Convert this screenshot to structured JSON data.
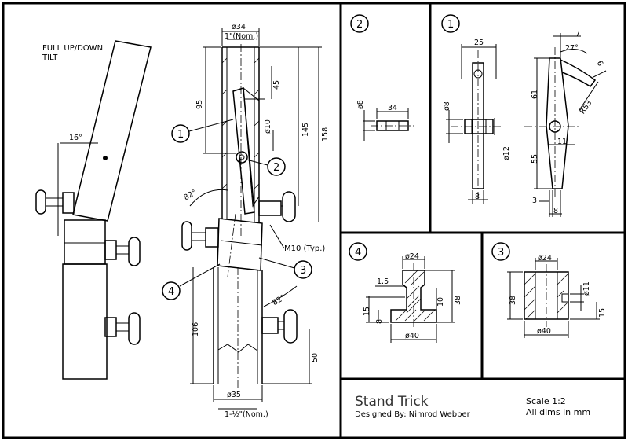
{
  "notes": {
    "tilt_line1": "FULL UP/DOWN",
    "tilt_line2": "TILT",
    "m10": "M10 (Typ.)"
  },
  "title_block": {
    "title": "Stand Trick",
    "designer": "Designed By: Nimrod Webber",
    "scale": "Scale 1:2",
    "units": "All dims in mm"
  },
  "balloons": {
    "b1": "1",
    "b2": "2",
    "b3": "3",
    "b4": "4"
  },
  "dims": {
    "angle16": "16°",
    "od34": "ø34",
    "nom1": "1\"(Nom.)",
    "d45": "45",
    "d95": "95",
    "d145": "145",
    "d158": "158",
    "d10": "ø10",
    "ang82a": "82°",
    "ang82b": "82°",
    "d106": "106",
    "d50": "50",
    "od35": "ø35",
    "nom112": "1-½\"(Nom.)",
    "p2_d8": "ø8",
    "p2_34": "34",
    "p1_25": "25",
    "p1_d8": "ø8",
    "p1_61": "61",
    "p1_55": "55",
    "p1_d12": "ø12",
    "p1_8": "8",
    "p1_7": "7",
    "p1_27": "27°",
    "p1_6": "6",
    "p1_r53": "R53",
    "p1_11": "11",
    "p1_3": "3",
    "p1_8b": "8",
    "p4_d24": "ø24",
    "p4_15a": "1.5",
    "p4_15": "15",
    "p4_8": "8",
    "p4_10": "10",
    "p4_38": "38",
    "p4_d40": "ø40",
    "p3_d24": "ø24",
    "p3_38": "38",
    "p3_d11": "ø11",
    "p3_15": "15",
    "p3_d40": "ø40"
  }
}
